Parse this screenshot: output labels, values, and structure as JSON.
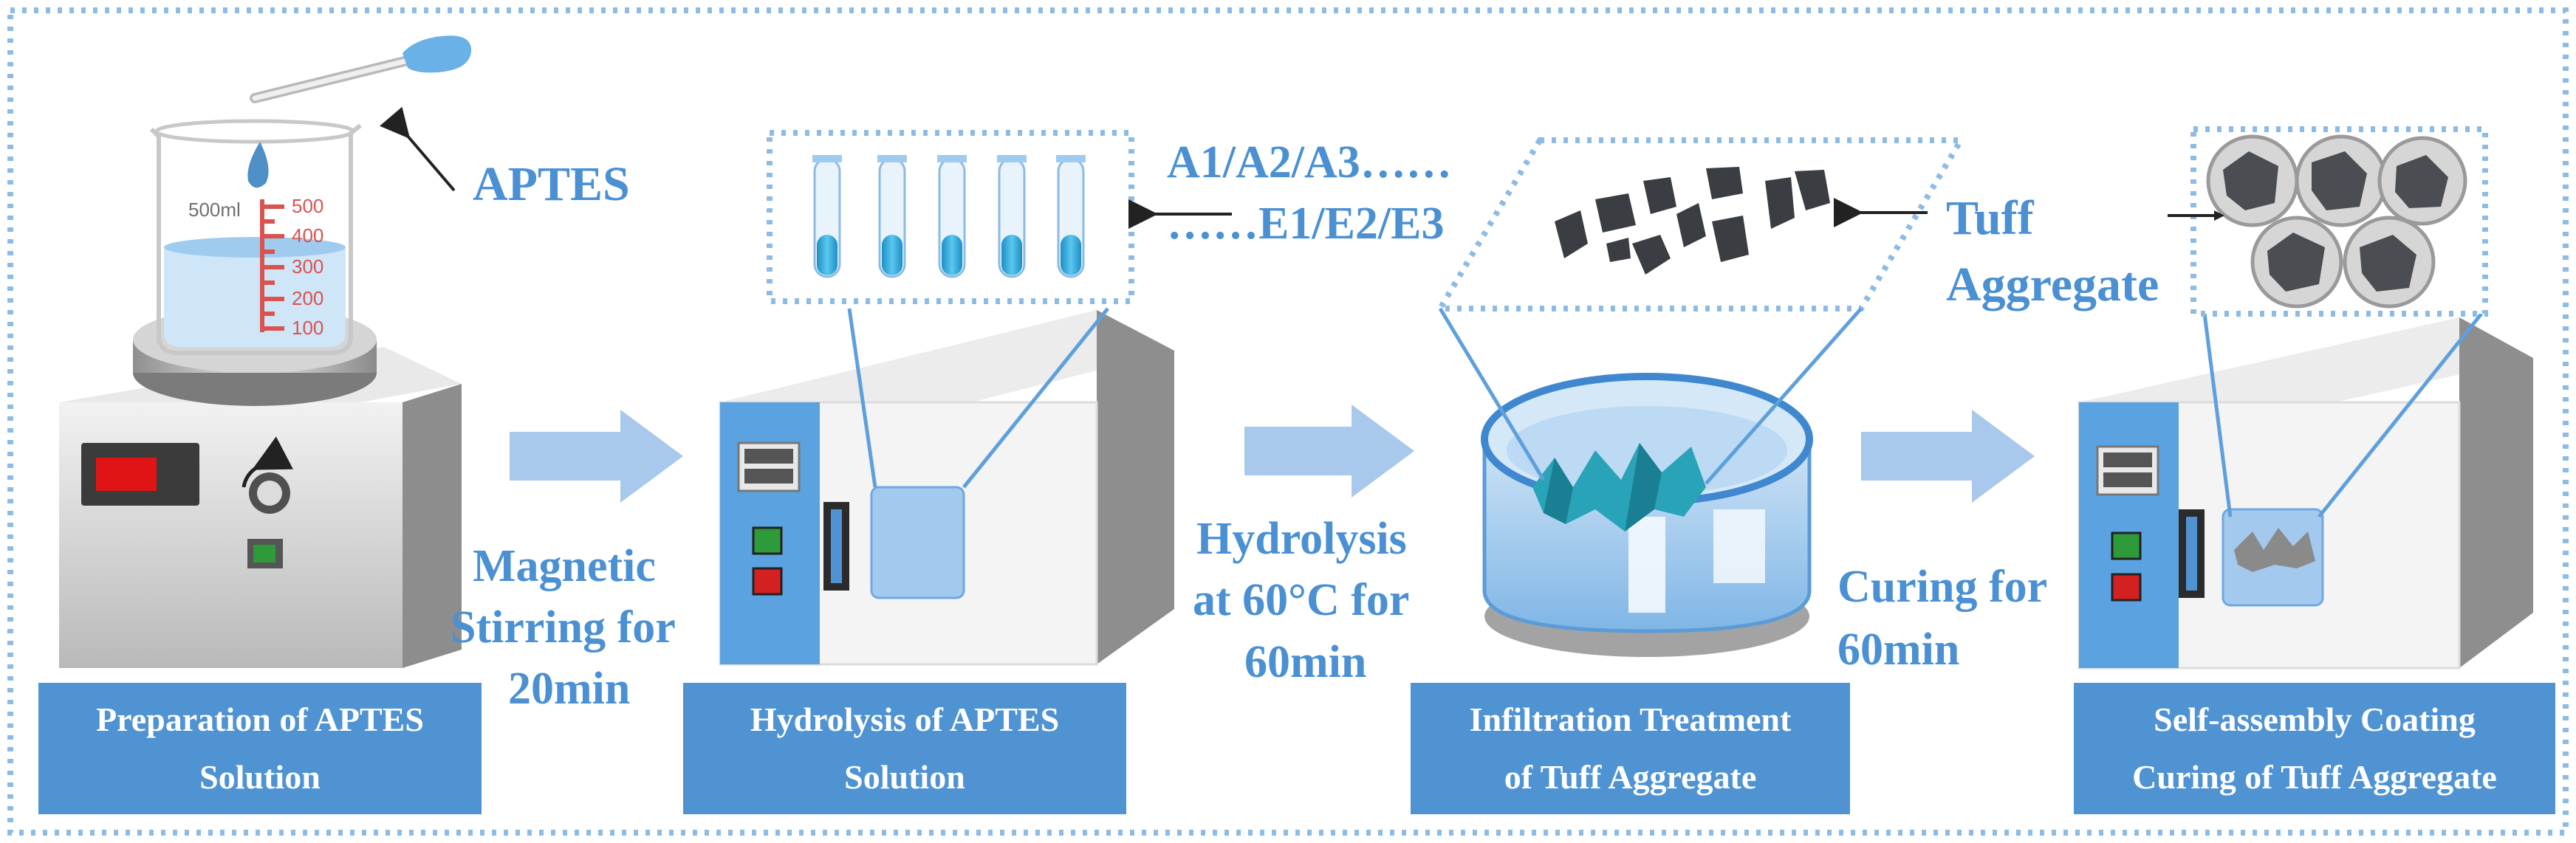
{
  "reagent": "APTES",
  "beaker": {
    "volume_label": "500ml",
    "scale": [
      "500",
      "400",
      "300",
      "200",
      "100"
    ]
  },
  "sample_codes": [
    "A1/A2/A3……",
    "……E1/E2/E3"
  ],
  "aggregate_label": [
    "Tuff",
    "Aggregate"
  ],
  "steps": [
    {
      "process": [
        "Magnetic",
        "Stirring for",
        "20min"
      ]
    },
    {
      "process": [
        "Hydrolysis",
        "at 60°C for",
        "60min"
      ]
    },
    {
      "process": [
        "Curing for",
        "60min"
      ]
    }
  ],
  "stages": [
    {
      "lines": [
        "Preparation of APTES",
        "Solution"
      ]
    },
    {
      "lines": [
        "Hydrolysis of APTES",
        "Solution"
      ]
    },
    {
      "lines": [
        "Infiltration Treatment",
        "of Tuff Aggregate"
      ]
    },
    {
      "lines": [
        "Self-assembly Coating",
        "Curing of Tuff Aggregate"
      ]
    }
  ],
  "colors": {
    "accent": "#4a90d2",
    "stage_box": "#4f93d3",
    "arrow": "#a9c9ec",
    "liquid": "#2aa6d8"
  }
}
